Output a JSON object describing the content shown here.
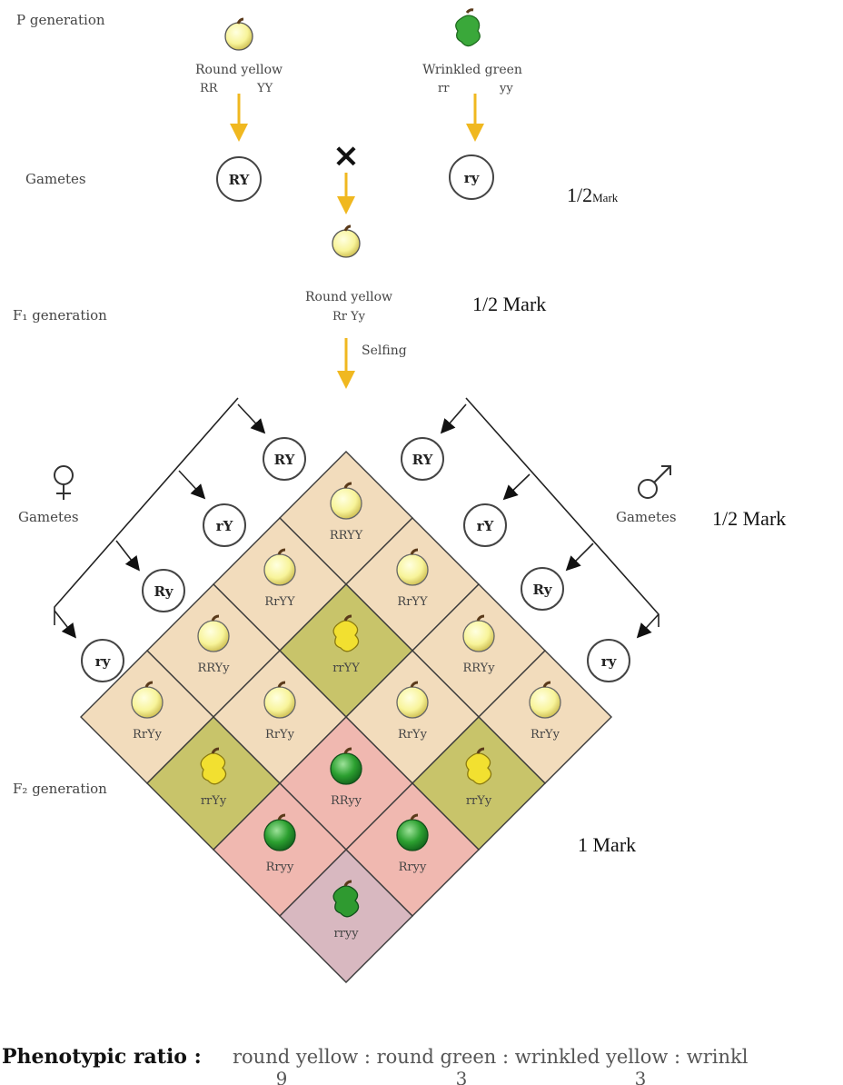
{
  "labels": {
    "p_generation": "P generation",
    "gametes": "Gametes",
    "f1_generation": "F₁ generation",
    "f2_generation": "F₂ generation",
    "selfing": "Selfing",
    "cross": "×"
  },
  "parents": {
    "left": {
      "phenotype": "Round yellow",
      "genotype_a": "RR",
      "genotype_b": "YY",
      "gamete": "RY"
    },
    "right": {
      "phenotype": "Wrinkled green",
      "genotype_a": "rr",
      "genotype_b": "yy",
      "gamete": "ry"
    }
  },
  "f1": {
    "phenotype": "Round yellow",
    "genotype": "Rr Yy"
  },
  "marks": {
    "gametes_mark": "1/2",
    "gametes_mark_unit": "Mark",
    "f1_mark": "1/2  Mark",
    "f2_gametes_mark": "1/2  Mark",
    "f2_mark": "1 Mark"
  },
  "female_gametes": [
    "RY",
    "rY",
    "Ry",
    "ry"
  ],
  "male_gametes": [
    "RY",
    "rY",
    "Ry",
    "ry"
  ],
  "grid": [
    [
      "RRYY",
      "RrYY",
      "RRYy",
      "RrYy"
    ],
    [
      "RrYY",
      "rrYY",
      "RrYy",
      "rrYy"
    ],
    [
      "RRYy",
      "RrYy",
      "RRyy",
      "Rryy"
    ],
    [
      "RrYy",
      "rrYy",
      "Rryy",
      "rryy"
    ]
  ],
  "colors": {
    "round_yellow_cell": "#f2dcbc",
    "wrinkled_yellow_cell": "#c8c46a",
    "round_green_cell": "#f0b8b0",
    "wrinkled_green_cell": "#d8b8c0",
    "arrow": "#f0b820",
    "yellow_pea": "#f8f49a",
    "green_pea": "#2ca030"
  },
  "ratio": {
    "heading": "Phenotypic ratio :",
    "text": "round yellow : round green : wrinkled yellow : wrinkl",
    "numbers": [
      "9",
      "3",
      "3"
    ]
  }
}
